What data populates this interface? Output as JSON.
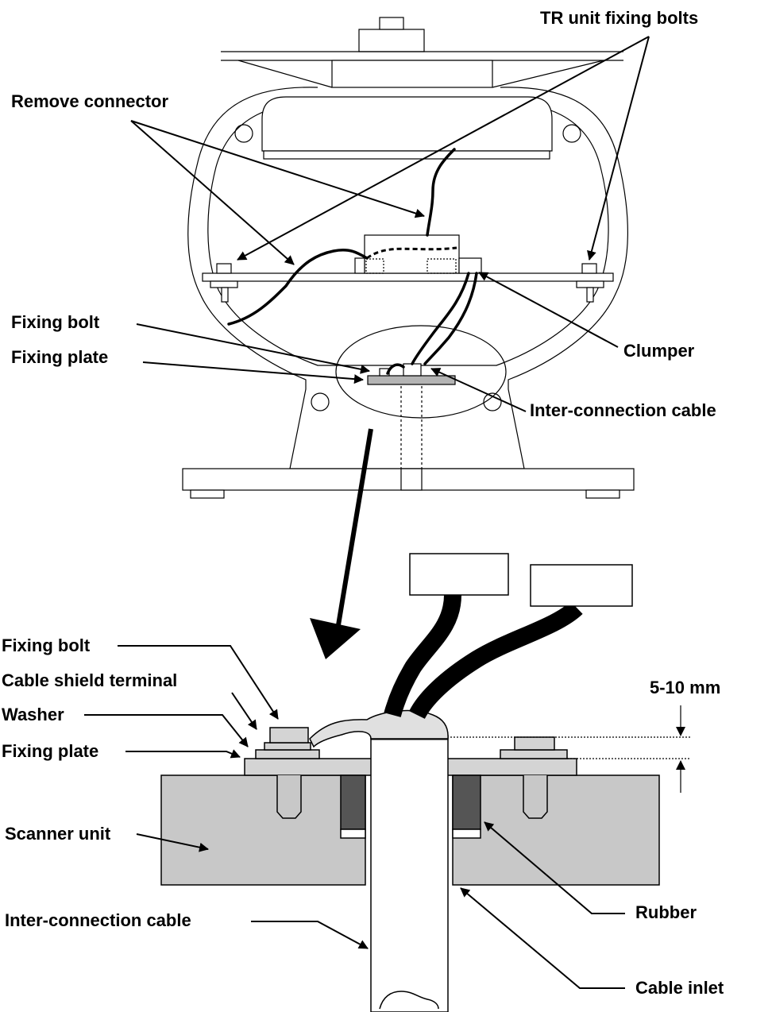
{
  "labels": {
    "tr_unit_fixing_bolts": "TR unit fixing bolts",
    "remove_connector": "Remove connector",
    "fixing_bolt_top": "Fixing bolt",
    "fixing_plate_top": "Fixing plate",
    "clumper": "Clumper",
    "inter_connection_cable_top": "Inter-connection cable",
    "fixing_bolt_bottom": "Fixing bolt",
    "cable_shield_terminal": "Cable shield terminal",
    "washer": "Washer",
    "fixing_plate_bottom": "Fixing plate",
    "dimension": "5-10 mm",
    "scanner_unit": "Scanner unit",
    "inter_connection_cable_bottom": "Inter-connection cable",
    "rubber": "Rubber",
    "cable_inlet": "Cable inlet"
  },
  "colors": {
    "line": "#000000",
    "scanner_fill": "#c8c8c8",
    "rubber_fill": "#555555",
    "plate_fill": "#d4d4d4",
    "cable_fill": "#000000"
  }
}
